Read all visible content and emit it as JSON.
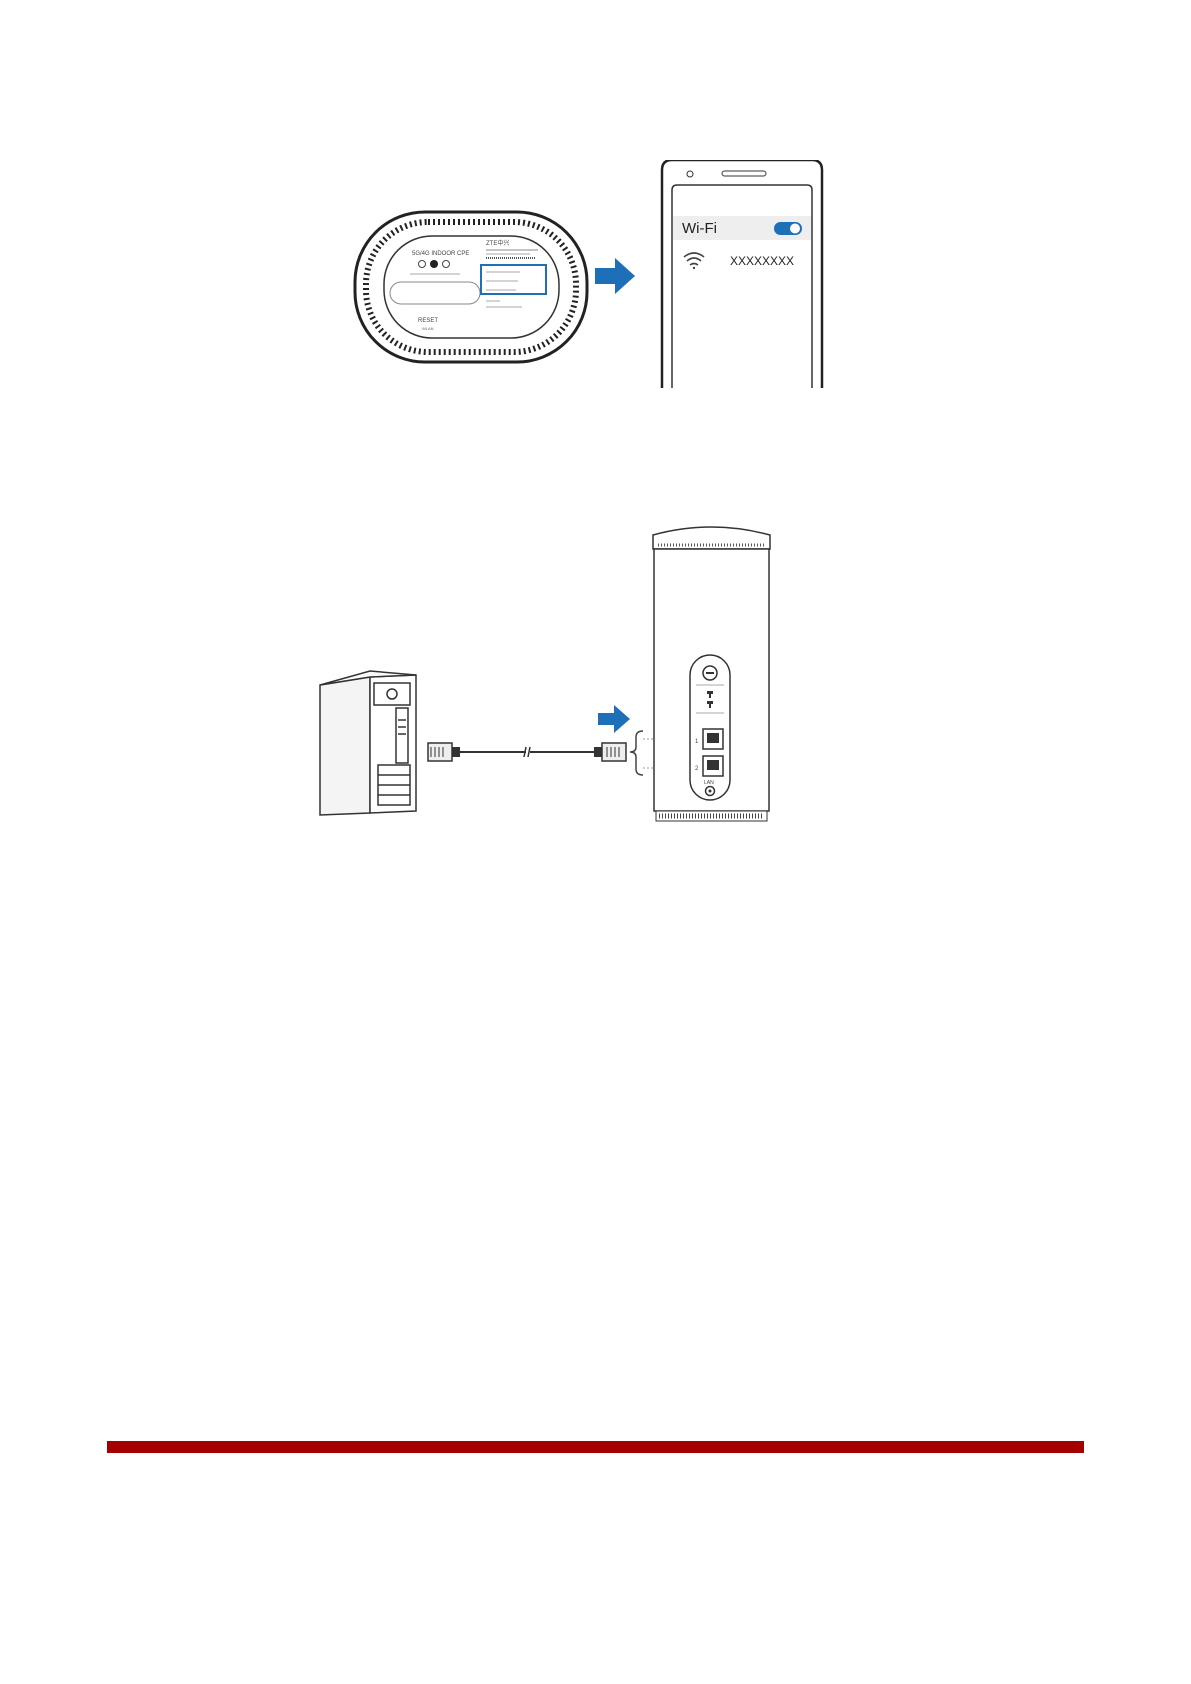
{
  "figure1": {
    "router_label": {
      "model_line": "5G/4G INDOOR CPE",
      "brand_line": "ZTE中兴",
      "reset_label": "RESET",
      "default_label": "WLAN"
    },
    "phone": {
      "wifi_label": "Wi-Fi",
      "network_name": "XXXXXXXX",
      "toggle_state": "on"
    },
    "arrow_color": "#1d6fb8",
    "highlight_color": "#1d6fb8"
  },
  "figure2": {
    "port_labels": [
      "1",
      "2"
    ],
    "lan_label": "LAN",
    "arrow_color": "#1d6fb8"
  },
  "footer_rule_color": "#a50000"
}
